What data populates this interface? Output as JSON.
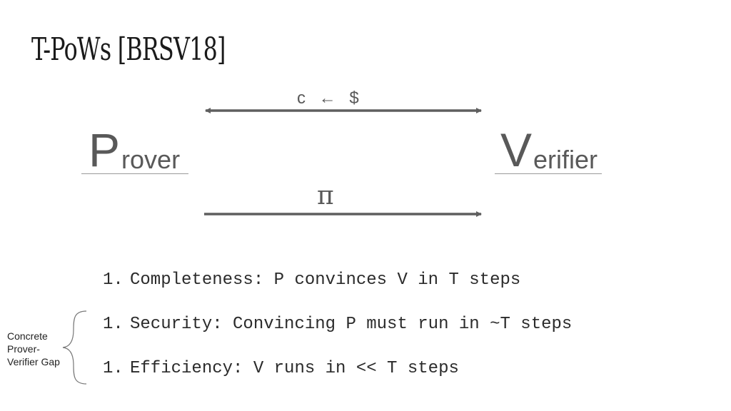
{
  "title": "T-PoWs [BRSV18]",
  "prover": {
    "initial": "P",
    "rest": "rover"
  },
  "verifier": {
    "initial": "V",
    "rest": "erifier"
  },
  "messages": {
    "challenge": "c ← $",
    "proof": "π"
  },
  "properties": [
    {
      "number": "1.",
      "text": "Completeness: P convinces V in T steps"
    },
    {
      "number": "1.",
      "text": "Security: Convincing P must run in ~T steps"
    },
    {
      "number": "1.",
      "text": "Efficiency: V runs in << T steps"
    }
  ],
  "gap_note": [
    "Concrete",
    "Prover-",
    "Verifier Gap"
  ],
  "colors": {
    "arrow": "#5f5f5f",
    "party_text": "#595959",
    "underline": "#9a9a9a"
  }
}
